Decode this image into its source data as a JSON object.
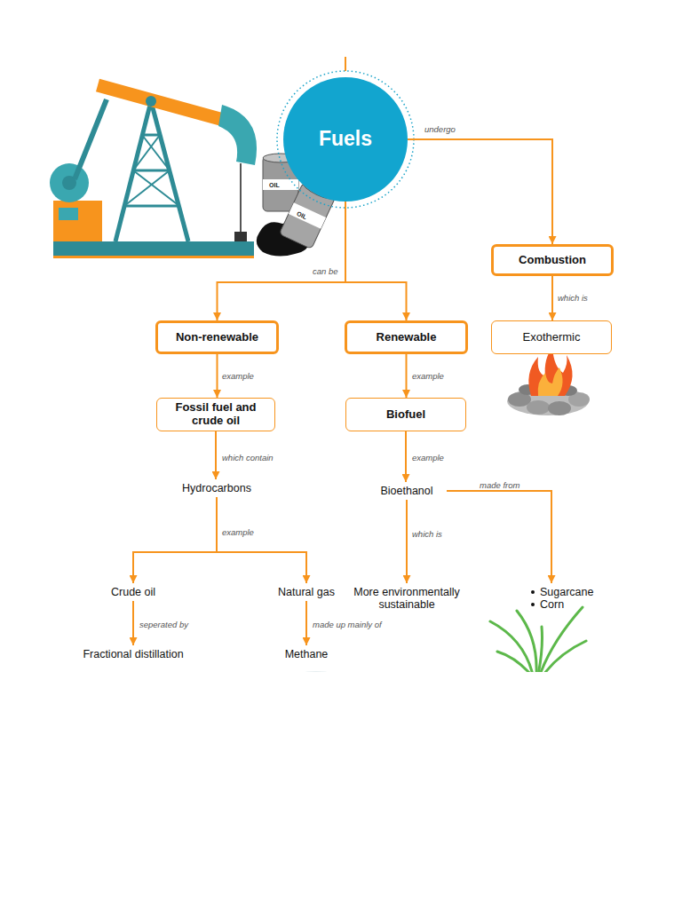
{
  "diagram": {
    "nodes": [
      {
        "text": [
          "Fuels"
        ]
      },
      {
        "text": [
          "Combustion"
        ]
      },
      {
        "text": [
          "Non-renewable"
        ]
      },
      {
        "text": [
          "Renewable"
        ]
      },
      {
        "text": [
          "Exothermic"
        ]
      },
      {
        "text": [
          "Fossil fuel and crude oil"
        ]
      },
      {
        "text": [
          "Biofuel"
        ]
      },
      {
        "text": [
          "Hydrocarbons"
        ]
      },
      {
        "text": [
          "Bioethanol"
        ]
      },
      {
        "text": [
          "Crude oil"
        ]
      },
      {
        "text": [
          "Natural gas"
        ]
      },
      {
        "text": [
          "More environmentally sustainable"
        ]
      },
      {
        "text": [
          "Sugarcane",
          "Corn"
        ]
      },
      {
        "text": [
          "Fractional distillation"
        ]
      },
      {
        "text": [
          "Methane"
        ]
      }
    ],
    "edges": [
      {
        "from": 0,
        "to": 1,
        "label": "undergo",
        "arrow": "to"
      },
      {
        "from": 0,
        "to": 2,
        "label": "can be",
        "arrow": "to"
      },
      {
        "from": 0,
        "to": 3,
        "arrow": "to"
      },
      {
        "from": 1,
        "to": 4,
        "label": "which is",
        "arrow": "to"
      },
      {
        "from": 2,
        "to": 5,
        "label": "example",
        "arrow": "to"
      },
      {
        "from": 3,
        "to": 6,
        "label": "example",
        "arrow": "to"
      },
      {
        "from": 5,
        "to": 7,
        "label": "which contain",
        "arrow": "to"
      },
      {
        "from": 6,
        "to": 8,
        "label": "example",
        "arrow": "to"
      },
      {
        "from": 7,
        "to": 9,
        "label": "example",
        "arrow": "to"
      },
      {
        "from": 7,
        "to": 10,
        "arrow": "to"
      },
      {
        "from": 8,
        "to": 11,
        "label": "which is",
        "arrow": "to"
      },
      {
        "from": 8,
        "to": 12,
        "label": "made from",
        "arrow": "to"
      },
      {
        "from": 9,
        "to": 13,
        "label": "seperated by",
        "arrow": "to"
      },
      {
        "from": 10,
        "to": 14,
        "label": "made up mainly of",
        "arrow": "to"
      }
    ],
    "labels": [
      "OIL",
      "OIL"
    ]
  }
}
